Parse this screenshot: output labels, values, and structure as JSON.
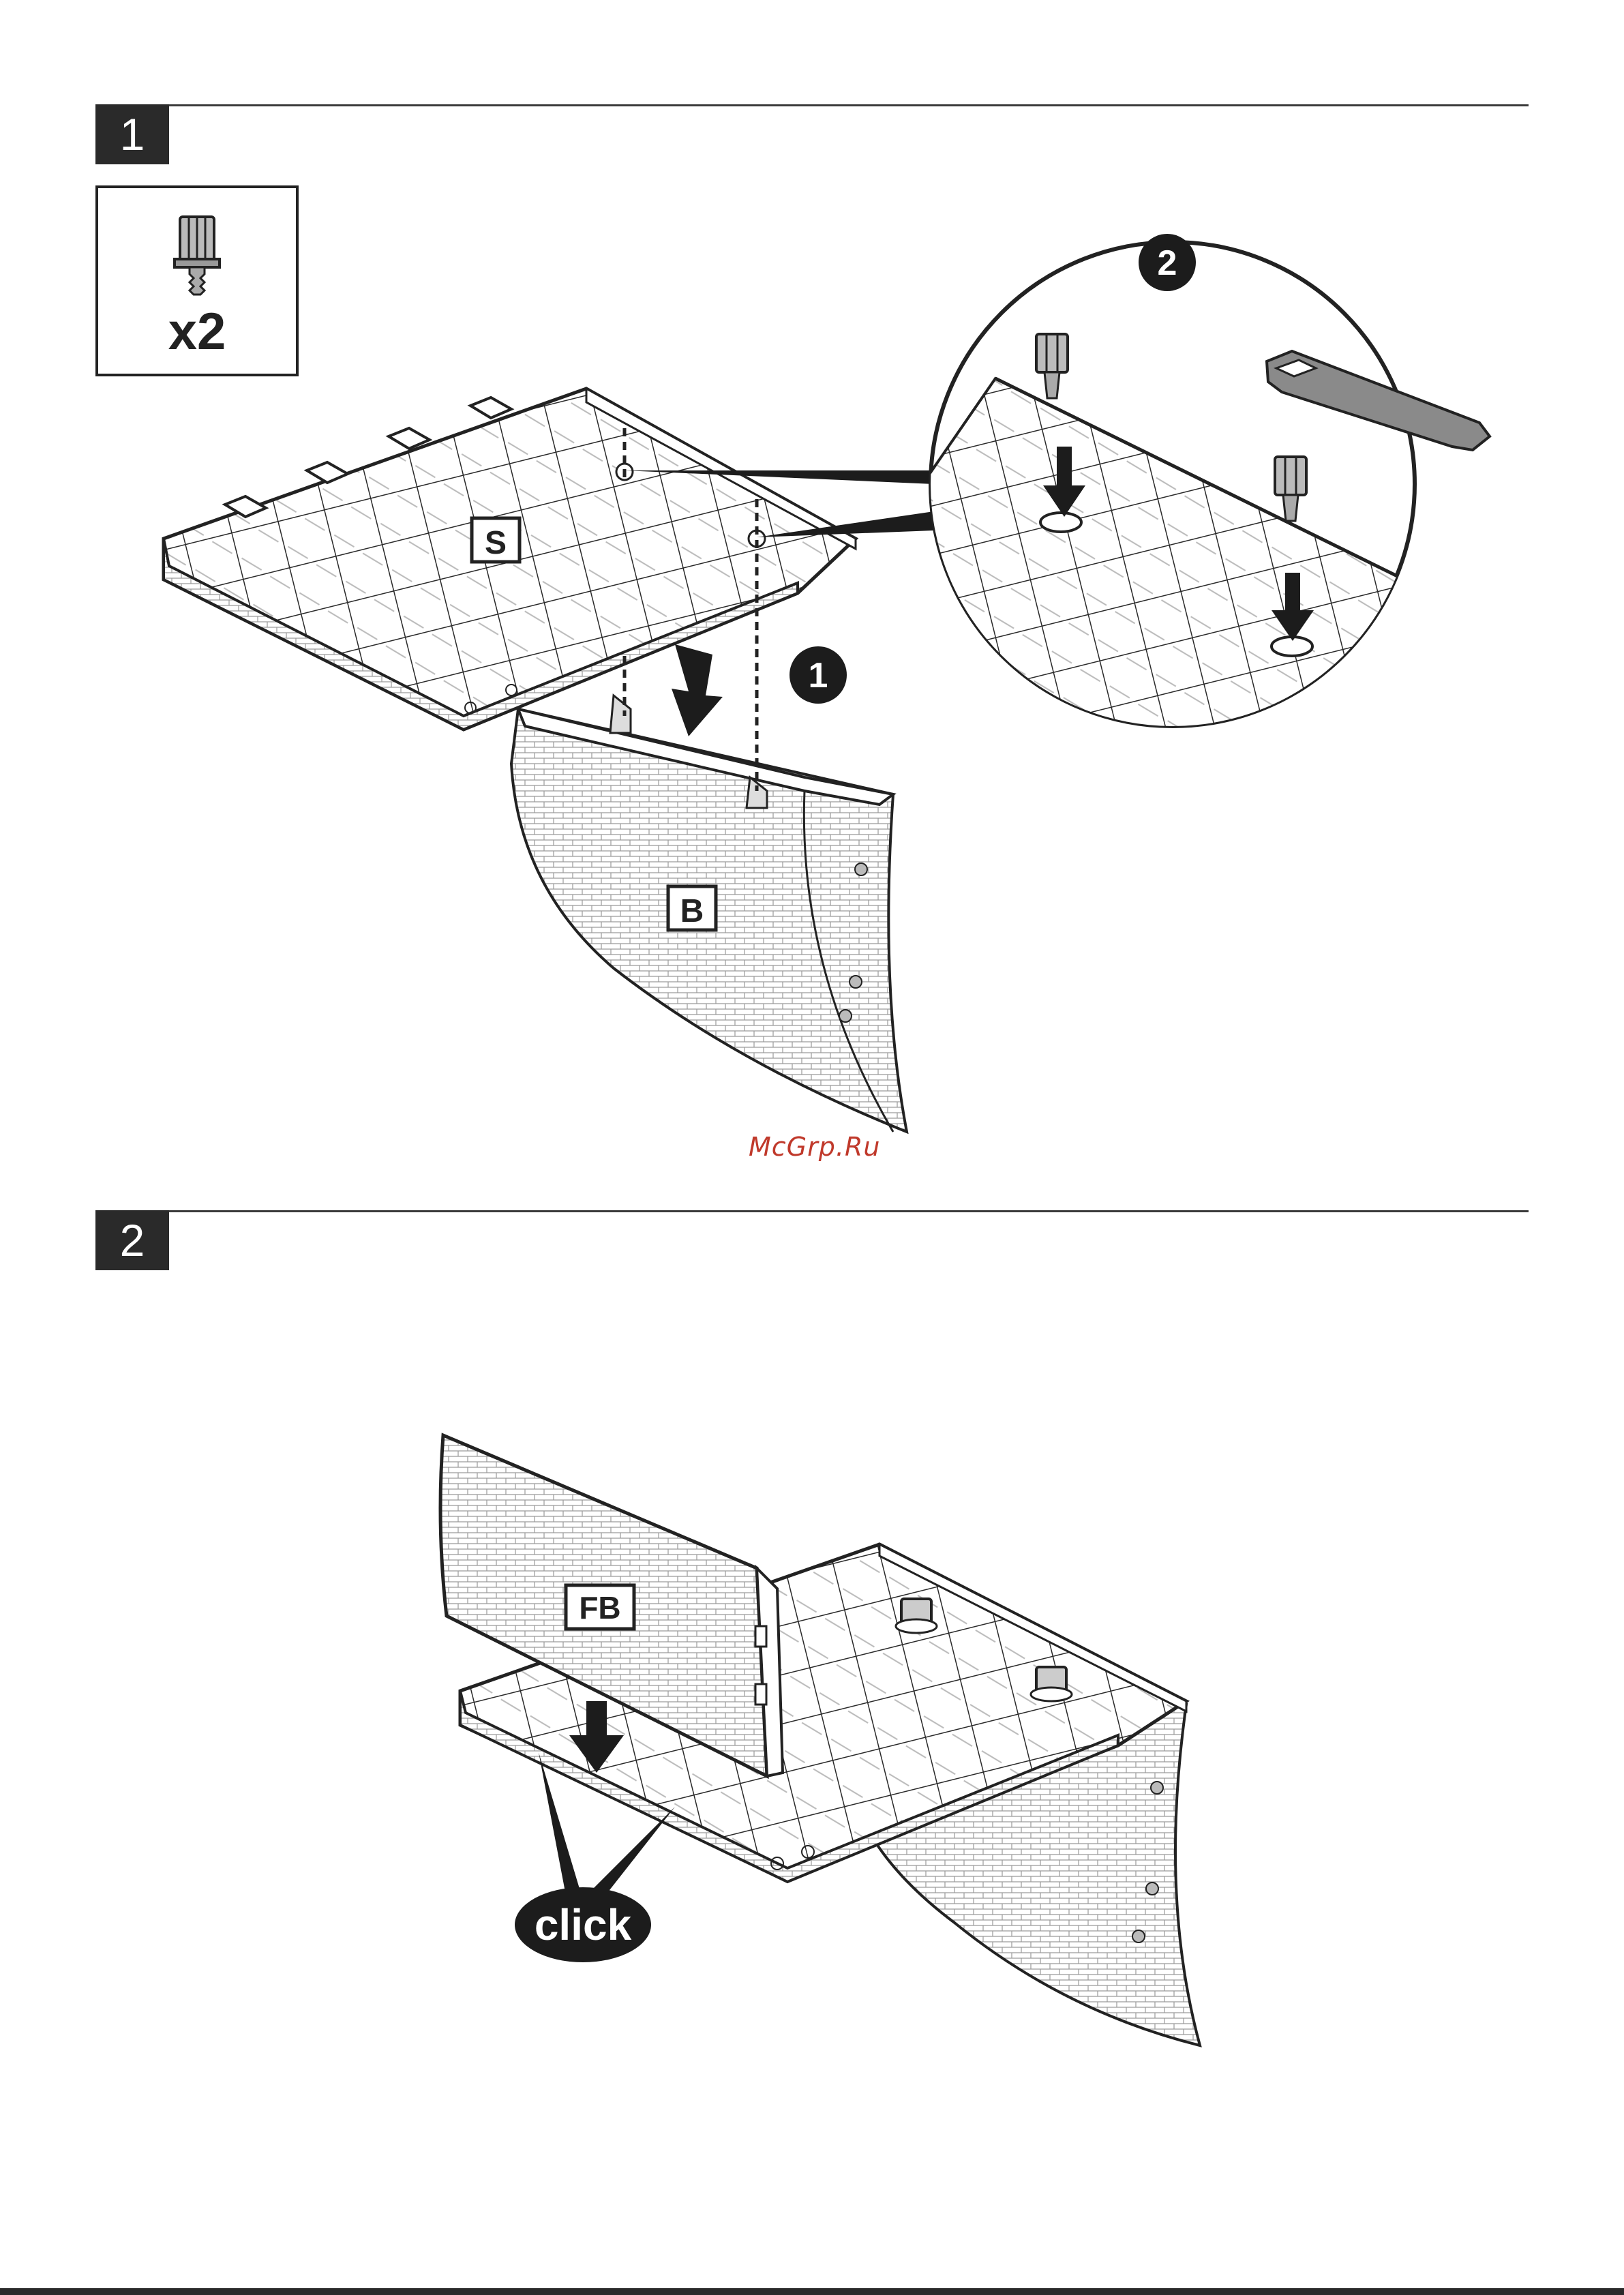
{
  "steps": [
    {
      "number": "1"
    },
    {
      "number": "2"
    }
  ],
  "step1": {
    "parts_quantity": "x2",
    "part_labels": {
      "seat": "S",
      "base": "B"
    },
    "sub_steps": [
      "1",
      "2"
    ]
  },
  "step2": {
    "part_labels": {
      "front_board": "FB"
    },
    "callout": "click"
  },
  "watermark": "McGrp.Ru",
  "colors": {
    "ink": "#222222",
    "badge": "#2a2a2a",
    "watermark": "#c0392b",
    "tool": "#8a8a8a"
  }
}
